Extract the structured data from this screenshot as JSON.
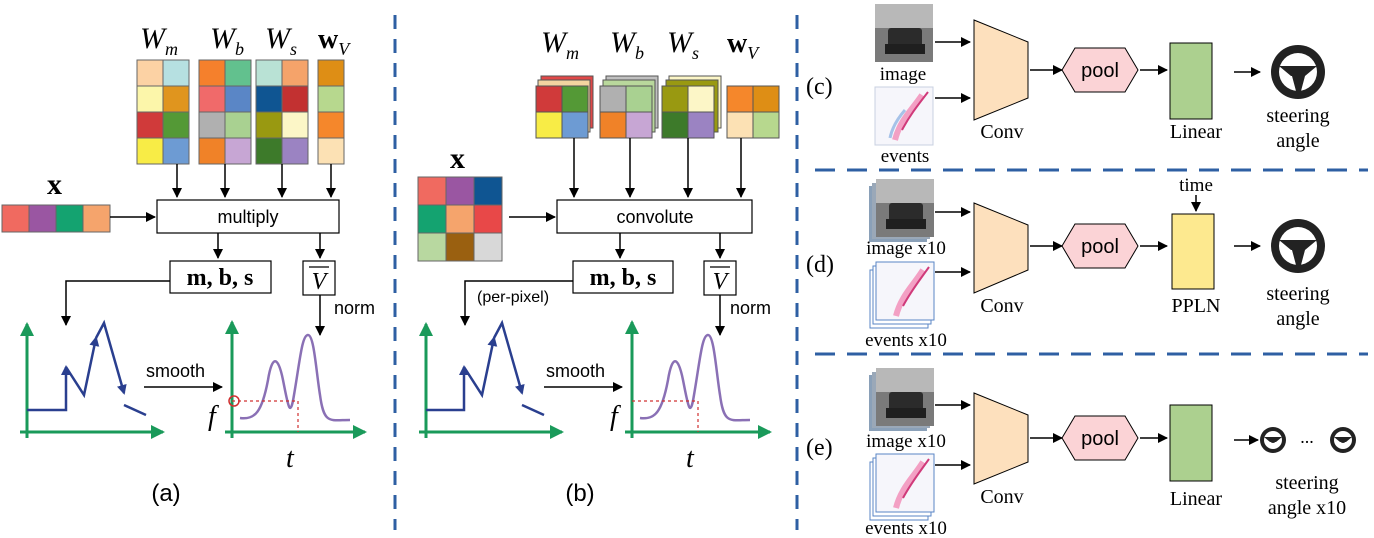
{
  "panel_a": {
    "weights": {
      "wm": "W",
      "wm_sub": "m",
      "wb": "W",
      "wb_sub": "b",
      "ws": "W",
      "ws_sub": "s",
      "wv": "w",
      "wv_sub": "V"
    },
    "x_label": "x",
    "op_label": "multiply",
    "mbs_label": "m, b, s",
    "v_label": "V",
    "norm_label": "norm",
    "smooth_label": "smooth",
    "f_label": "f",
    "t_label": "t",
    "caption": "(a)"
  },
  "panel_b": {
    "weights": {
      "wm": "W",
      "wm_sub": "m",
      "wb": "W",
      "wb_sub": "b",
      "ws": "W",
      "ws_sub": "s",
      "wv": "w",
      "wv_sub": "V"
    },
    "x_label": "x",
    "op_label": "convolute",
    "mbs_label": "m, b, s",
    "v_label": "V",
    "per_pixel_label": "(per-pixel)",
    "norm_label": "norm",
    "smooth_label": "smooth",
    "f_label": "f",
    "t_label": "t",
    "caption": "(b)"
  },
  "panel_c": {
    "tag": "(c)",
    "image_label": "image",
    "events_label": "events",
    "conv_label": "Conv",
    "pool_label": "pool",
    "head_label": "Linear",
    "out_label_1": "steering",
    "out_label_2": "angle"
  },
  "panel_d": {
    "tag": "(d)",
    "image_label": "image x10",
    "events_label": "events x10",
    "conv_label": "Conv",
    "pool_label": "pool",
    "time_label": "time",
    "head_label": "PPLN",
    "out_label_1": "steering",
    "out_label_2": "angle"
  },
  "panel_e": {
    "tag": "(e)",
    "image_label": "image x10",
    "events_label": "events x10",
    "conv_label": "Conv",
    "pool_label": "pool",
    "head_label": "Linear",
    "dots": "...",
    "out_label_1": "steering",
    "out_label_2": "angle x10"
  },
  "colors": {
    "divider": "#2e5fa3",
    "conv_fill": "#fde0bd",
    "pool_fill": "#fbd3d6",
    "linear_fill": "#acd08f",
    "ppln_fill": "#fde98f",
    "axis": "#1a9a5a",
    "curve_blue": "#2a3f8f",
    "curve_purple": "#8a70b5",
    "marker": "#d03030"
  }
}
